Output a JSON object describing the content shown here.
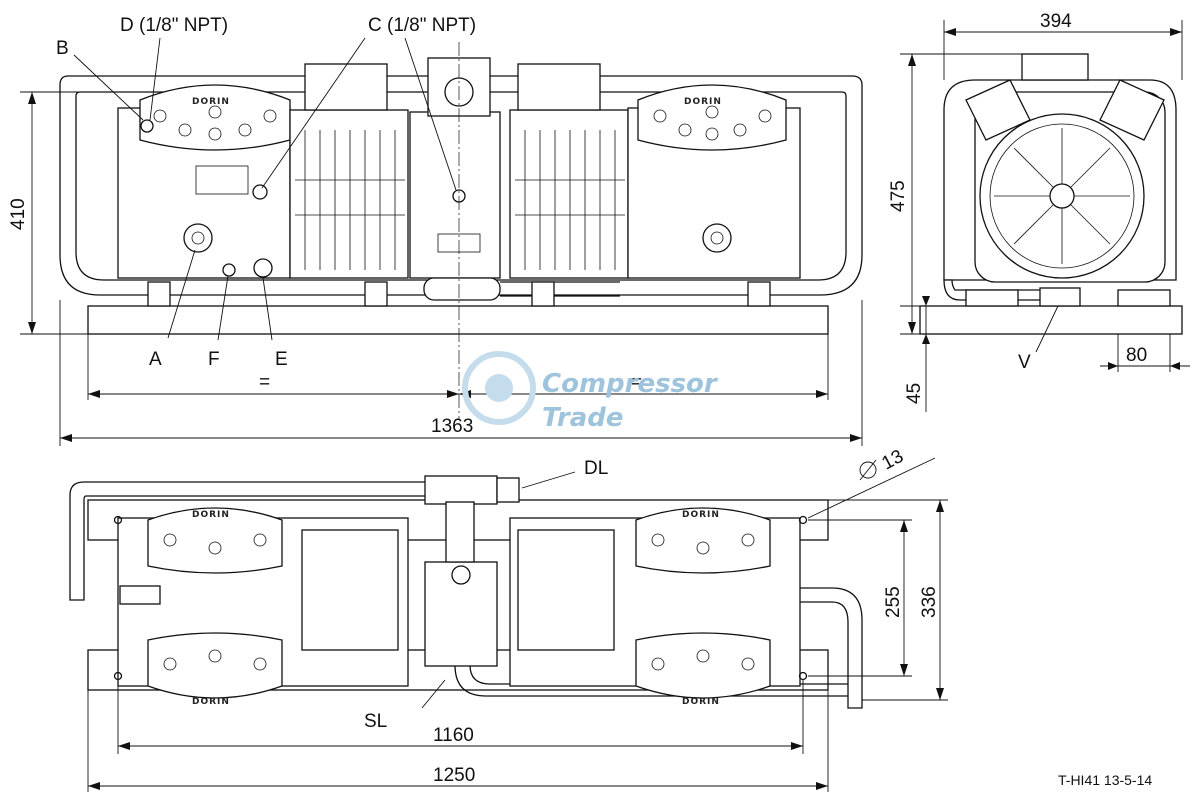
{
  "labels": {
    "port_d": "D (1/8\" NPT)",
    "port_c": "C (1/8\" NPT)",
    "port_b": "B",
    "port_a": "A",
    "port_f": "F",
    "port_e": "E",
    "port_v": "V",
    "discharge_line": "DL",
    "suction_line": "SL",
    "equal_left": "=",
    "equal_right": "="
  },
  "dimensions": {
    "height_front": "410",
    "width_side": "394",
    "height_side": "475",
    "foot_side": "80",
    "base_height": "45",
    "total_length": "1363",
    "hole_diameter": "13",
    "width_top_inner": "255",
    "width_top_outer": "336",
    "hole_spacing": "1160",
    "base_length": "1250"
  },
  "brand_text": "DORIN",
  "watermark": {
    "line1": "Compressor",
    "line2": "Trade"
  },
  "drawing_ref": "T-HI41 13-5-14"
}
